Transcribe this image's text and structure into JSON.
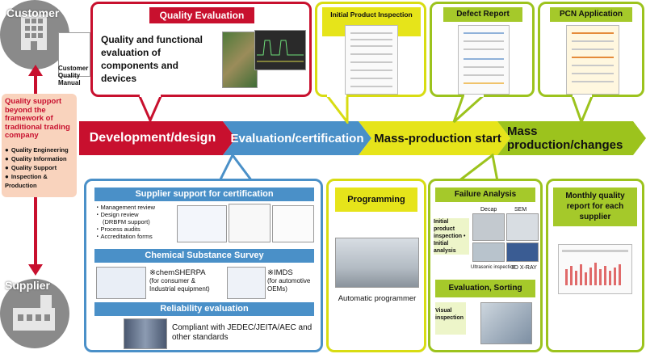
{
  "customer": {
    "title": "Customer",
    "manual": "Customer Quality Manual"
  },
  "supplier": {
    "title": "Supplier"
  },
  "quality_support": {
    "heading": "Quality support beyond the framework of traditional trading company",
    "items": [
      "Quality Engineering",
      "Quality Information",
      "Quality Support",
      "Inspection & Production"
    ]
  },
  "stages": [
    "Development/design",
    "Evaluation/certification",
    "Mass-production start",
    "Mass production/changes"
  ],
  "quality_evaluation": {
    "header": "Quality Evaluation",
    "text": "Quality and functional evaluation of components and devices"
  },
  "initial_report": {
    "header": "Initial Product Inspection Report"
  },
  "defect_report": {
    "header": "Defect Report"
  },
  "pcn": {
    "header": "PCN Application"
  },
  "supplier_support": {
    "header": "Supplier support for certification",
    "items": [
      "・Management review",
      "・Design review",
      "(DRBFM support)",
      "・Process audits",
      "・Accreditation forms"
    ]
  },
  "chemical": {
    "header": "Chemical Substance Survey",
    "sherpa": "※chemSHERPA",
    "sherpa_note": "(for consumer & Industrial equipment)",
    "imds": "※IMDS",
    "imds_note": "(for automotive OEMs)"
  },
  "reliability": {
    "header": "Reliability evaluation",
    "text": "Compliant with JEDEC/JEITA/AEC and other standards"
  },
  "programming": {
    "header": "Programming",
    "caption": "Automatic programmer"
  },
  "failure": {
    "header": "Failure Analysis",
    "side": "Initial product inspection • Initial analysis",
    "decap": "Decap",
    "sem": "SEM",
    "ultrasonic": "Ultrasonic inspection",
    "xray": "3D X-RAY"
  },
  "sorting": {
    "header": "Evaluation, Sorting",
    "side": "Visual inspection"
  },
  "monthly": {
    "header": "Monthly quality report for each supplier"
  },
  "colors": {
    "red": "#c8102e",
    "blue": "#4a90c8",
    "yellow": "#e6e41a",
    "green": "#9cc31d",
    "salmon": "#f9d3bd"
  }
}
